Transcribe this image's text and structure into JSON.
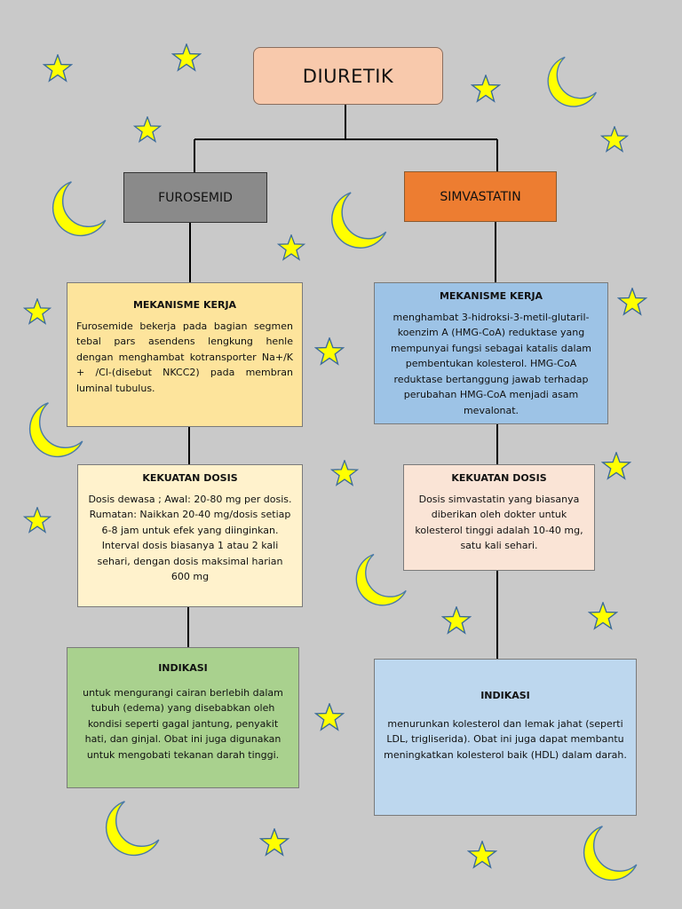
{
  "diagram": {
    "title": "DIURETIK",
    "left_drug": "FUROSEMID",
    "right_drug": "SIMVASTATIN"
  },
  "furosemid": {
    "mekanisme_heading": "MEKANISME KERJA",
    "mekanisme_text": "Furosemide bekerja pada bagian segmen tebal pars asendens lengkung henle dengan menghambat kotransporter Na+/K + /Cl-(disebut NKCC2) pada membran luminal tubulus.",
    "dosis_heading": "KEKUATAN DOSIS",
    "dosis_text": "Dosis dewasa ; Awal: 20-80 mg per dosis. Rumatan: Naikkan 20-40 mg/dosis setiap 6-8 jam untuk efek yang diinginkan. Interval dosis biasanya 1 atau 2 kali sehari, dengan dosis maksimal harian 600 mg",
    "indikasi_heading": "INDIKASI",
    "indikasi_text": "untuk mengurangi cairan berlebih dalam tubuh (edema) yang disebabkan oleh kondisi seperti gagal jantung, penyakit hati, dan ginjal. Obat ini juga digunakan untuk mengobati tekanan darah tinggi."
  },
  "simvastatin": {
    "mekanisme_heading": "MEKANISME KERJA",
    "mekanisme_text": "menghambat 3-hidroksi-3-metil-glutaril-koenzim A (HMG-CoA) reduktase yang mempunyai fungsi sebagai katalis dalam pembentukan kolesterol. HMG-CoA reduktase bertanggung jawab terhadap perubahan HMG-CoA menjadi asam mevalonat.",
    "dosis_heading": "KEKUATAN DOSIS",
    "dosis_text": "Dosis simvastatin yang biasanya diberikan oleh dokter untuk kolesterol tinggi adalah 10-40 mg, satu kali sehari.",
    "indikasi_heading": "INDIKASI",
    "indikasi_text": "menurunkan kolesterol dan lemak jahat (seperti LDL, trigliserida). Obat ini juga dapat membantu meningkatkan kolesterol baik (HDL) dalam darah."
  },
  "decorations": {
    "background_color": "#c9c9c9",
    "star_color": "#ffff00",
    "moon_color": "#ffff00",
    "icons": [
      "star-icon",
      "crescent-moon-icon"
    ]
  }
}
